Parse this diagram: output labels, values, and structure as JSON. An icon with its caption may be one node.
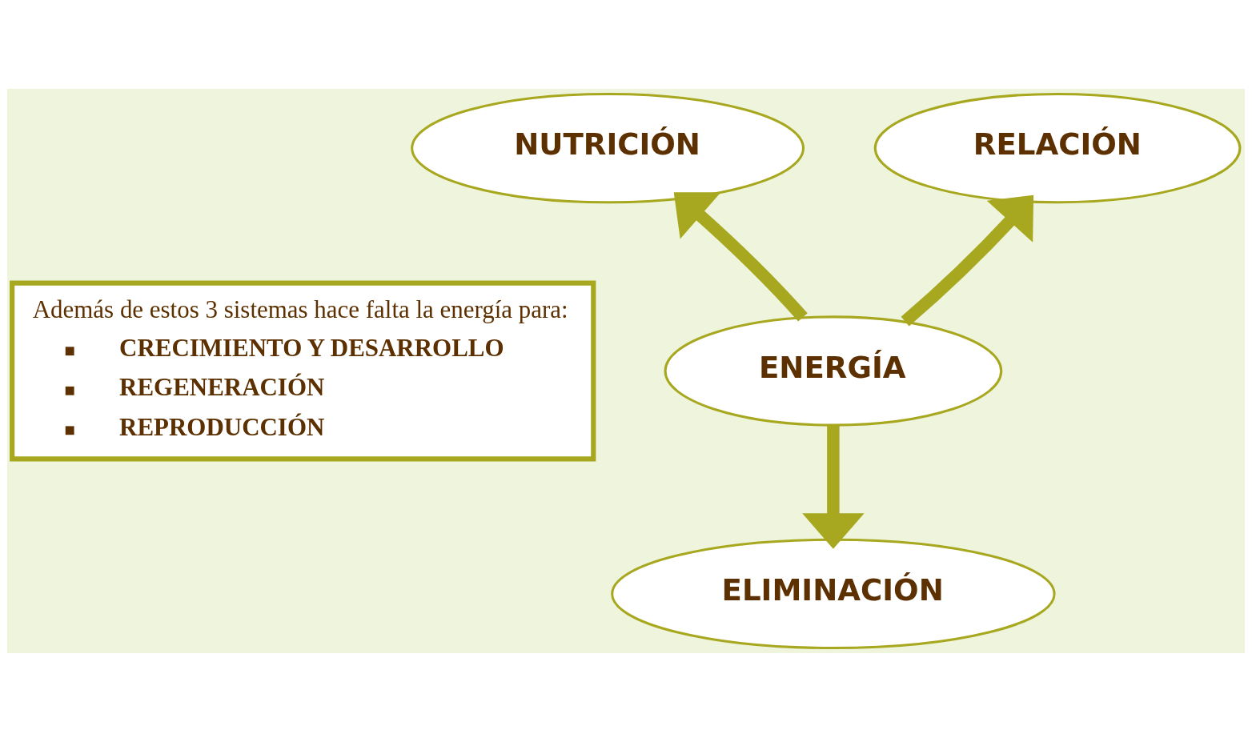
{
  "diagram": {
    "nodes": [
      {
        "text": [
          "NUTRICIÓN"
        ]
      },
      {
        "text": [
          "RELACIÓN"
        ]
      },
      {
        "text": [
          "ENERGÍA"
        ]
      },
      {
        "text": [
          "ELIMINACIÓN"
        ]
      },
      {
        "text": [
          "Además de estos 3 sistemas hace falta la energía para:",
          "CRECIMIENTO Y DESARROLLO",
          "REGENERACIÓN",
          "REPRODUCCIÓN"
        ]
      }
    ],
    "edges": [
      {
        "from": 2,
        "to": 0,
        "arrow": "to"
      },
      {
        "from": 2,
        "to": 1,
        "arrow": "to"
      },
      {
        "from": 2,
        "to": 3,
        "arrow": "to"
      }
    ]
  }
}
